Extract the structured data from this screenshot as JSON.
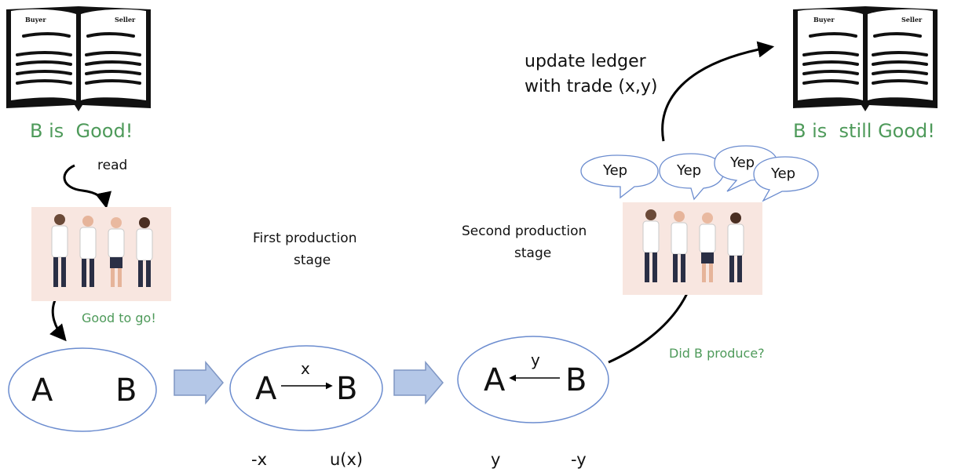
{
  "ledger_left": {
    "buyer": "Buyer",
    "seller": "Seller",
    "status": "B is  Good!"
  },
  "ledger_right": {
    "buyer": "Buyer",
    "seller": "Seller",
    "status": "B is  still Good!"
  },
  "labels": {
    "read": "read",
    "good_to_go": "Good to go!",
    "first_stage": [
      "First production",
      "stage"
    ],
    "second_stage": [
      "Second production",
      "stage"
    ],
    "did_b_produce": "Did B produce?",
    "update_ledger": [
      "update ledger",
      "with trade (x,y)"
    ]
  },
  "speech_bubbles": [
    "Yep",
    "Yep",
    "Yep",
    "Yep"
  ],
  "ellipses": [
    {
      "left": "A",
      "right": "B",
      "arrow": "",
      "arrow_label": ""
    },
    {
      "left": "A",
      "right": "B",
      "arrow": "right",
      "arrow_label": "x"
    },
    {
      "left": "A",
      "right": "B",
      "arrow": "left",
      "arrow_label": "y"
    }
  ],
  "payoffs": {
    "stage1_a": "-x",
    "stage1_b": "u(x)",
    "stage2_a": "y",
    "stage2_b": "-y"
  },
  "colors": {
    "green_text": "#4e9a5a",
    "ellipse_stroke": "#6b8ccf",
    "block_arrow_fill": "#b4c7e7",
    "block_arrow_stroke": "#7e96c4",
    "scientist_bg": "#f8e6e0"
  }
}
